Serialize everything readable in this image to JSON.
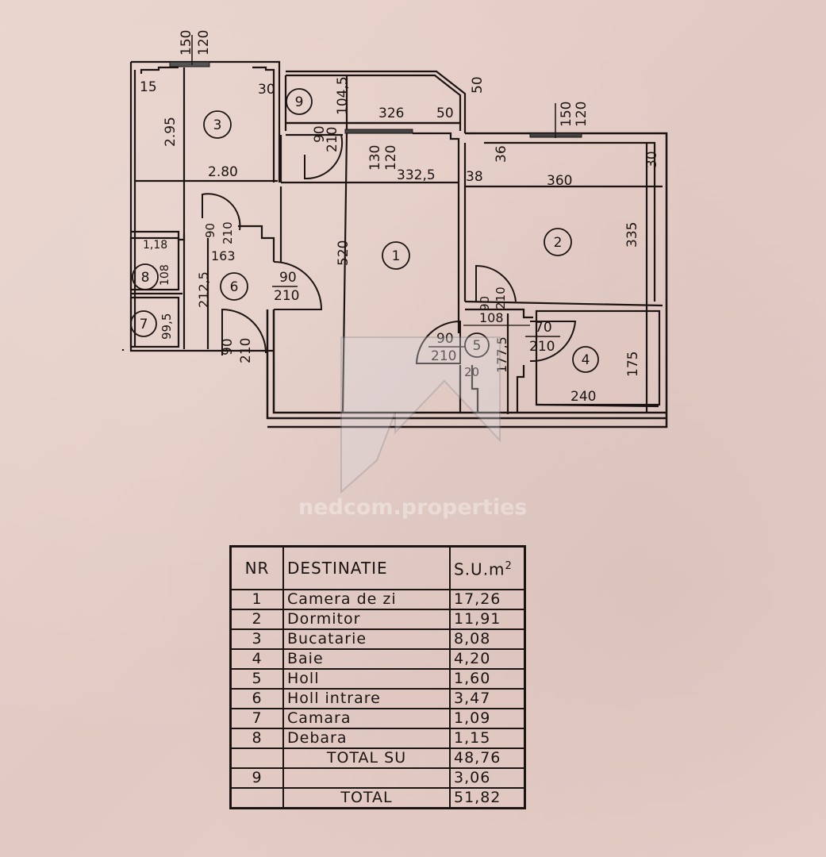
{
  "document": {
    "type": "floor-plan",
    "watermark": "nedcom.properties"
  },
  "plan": {
    "rooms": [
      {
        "nr": "1",
        "label": "1"
      },
      {
        "nr": "2",
        "label": "2"
      },
      {
        "nr": "3",
        "label": "3"
      },
      {
        "nr": "4",
        "label": "4"
      },
      {
        "nr": "5",
        "label": "5"
      },
      {
        "nr": "6",
        "label": "6"
      },
      {
        "nr": "7",
        "label": "7"
      },
      {
        "nr": "8",
        "label": "8"
      },
      {
        "nr": "9",
        "label": "9"
      }
    ],
    "dimensions": {
      "window_top_left_a": "150",
      "window_top_left_b": "120",
      "kitchen_corner_15": "15",
      "kitchen_corner_30": "30",
      "kitchen_height": "2.95",
      "kitchen_width": "2.80",
      "balcony_depth": "104,5",
      "balcony_width": "326",
      "balcony_chamfer": "50",
      "balcony_chamfer_v": "50",
      "door_balcony_a": "90",
      "door_balcony_b": "210",
      "living_window_a": "130",
      "living_window_b": "120",
      "living_width": "332,5",
      "living_height": "520",
      "bedroom_window_a": "150",
      "bedroom_window_b": "120",
      "bedroom_36": "36",
      "bedroom_38": "38",
      "bedroom_30": "30",
      "bedroom_width": "360",
      "bedroom_height": "335",
      "debara_width": "1,18",
      "debara_height": "108",
      "hall_width": "163",
      "hall_height": "212,5",
      "camara_height": "99,5",
      "door_kitchen_a": "90",
      "door_kitchen_b": "210",
      "door_living_a": "90",
      "door_living_b": "210",
      "door_entry_a": "90",
      "door_entry_b": "210",
      "door_bedroom_a": "90",
      "door_bedroom_b": "210",
      "hall5_width": "108",
      "hall5_height": "177,5",
      "hall5_20": "20",
      "door_hall5_a": "90",
      "door_hall5_b": "210",
      "door_bath_a": "70",
      "door_bath_b": "210",
      "bath_width": "240",
      "bath_height": "175"
    }
  },
  "table": {
    "headers": {
      "nr": "NR",
      "destination": "DESTINATIE",
      "area": "S.U.m",
      "area_sup": "2"
    },
    "rows": [
      {
        "nr": "1",
        "destination": "Camera de zi",
        "area": "17,26"
      },
      {
        "nr": "2",
        "destination": "Dormitor",
        "area": "11,91"
      },
      {
        "nr": "3",
        "destination": "Bucatarie",
        "area": "8,08"
      },
      {
        "nr": "4",
        "destination": "Baie",
        "area": "4,20"
      },
      {
        "nr": "5",
        "destination": "Holl",
        "area": "1,60"
      },
      {
        "nr": "6",
        "destination": "Holl intrare",
        "area": "3,47"
      },
      {
        "nr": "7",
        "destination": "Camara",
        "area": "1,09"
      },
      {
        "nr": "8",
        "destination": "Debara",
        "area": "1,15"
      }
    ],
    "total_su": {
      "label": "TOTAL SU",
      "area": "48,76"
    },
    "balcony": {
      "nr": "9",
      "destination": "",
      "area": "3,06"
    },
    "total": {
      "label": "TOTAL",
      "area": "51,82"
    }
  }
}
